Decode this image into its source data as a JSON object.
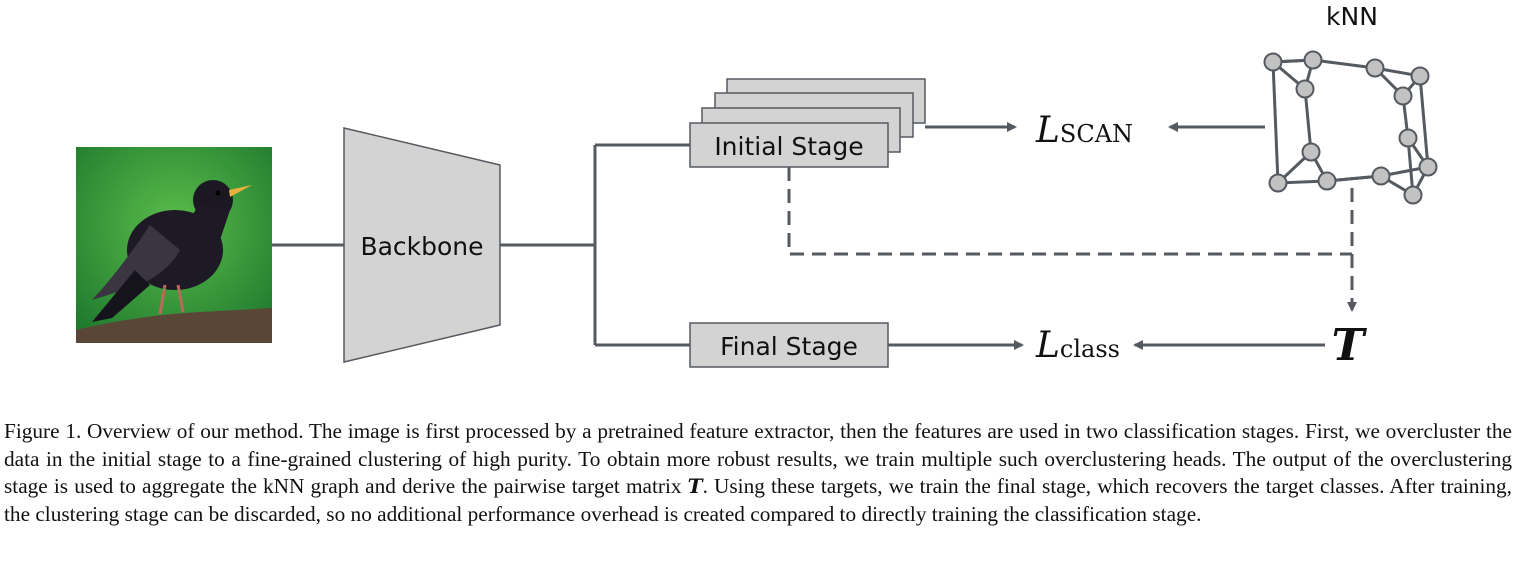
{
  "diagram": {
    "backbone_label": "Backbone",
    "initial_stage_label": "Initial Stage",
    "final_stage_label": "Final Stage",
    "knn_label": "kNN",
    "loss_scan": {
      "symbol": "L",
      "subscript": "SCAN"
    },
    "loss_class": {
      "symbol": "L",
      "subscript": "class"
    },
    "target_symbol": "T",
    "colors": {
      "line": "#555a60",
      "box_fill": "#d3d3d3",
      "node_fill": "#c2c2c2",
      "image_bg": "#3f9a3c"
    }
  },
  "caption": {
    "part1": "Figure 1.  Overview of our method.  The image is first processed by a pretrained feature extractor, then the features are used in two classification stages.  First, we overcluster the data in the initial stage to a fine-grained clustering of high purity.  To obtain more robust results, we train multiple such overclustering heads. The output of the overclustering stage is used to aggregate the kNN graph and derive the pairwise target matrix ",
    "symbol": "T",
    "part2": ".  Using these targets, we train the final stage, which recovers the target classes.  After training, the clustering stage can be discarded, so no additional performance overhead is created compared to directly training the classification stage."
  }
}
